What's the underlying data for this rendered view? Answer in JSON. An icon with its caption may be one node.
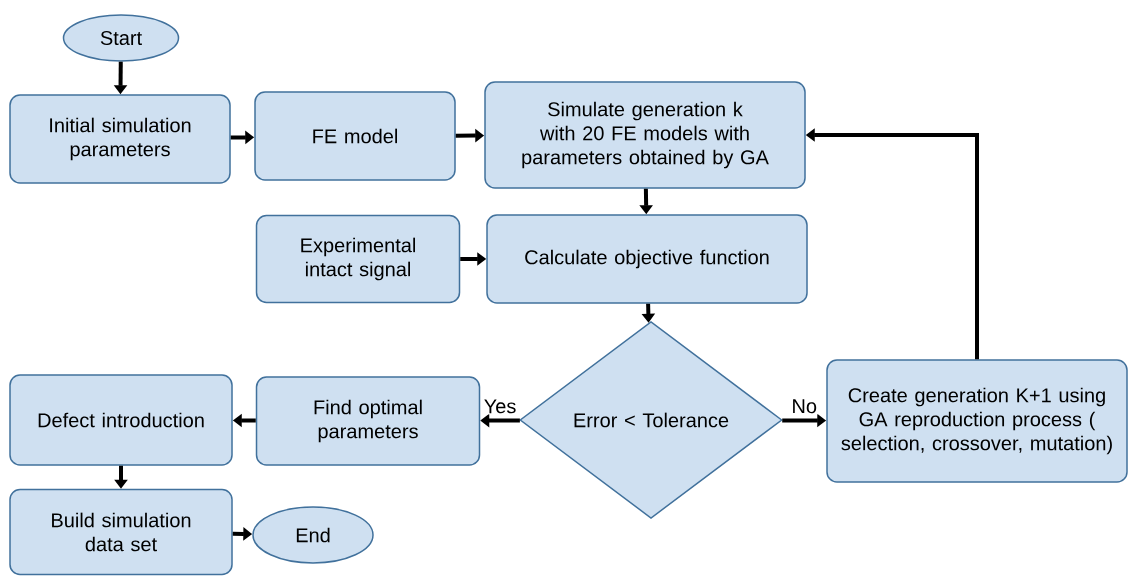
{
  "diagram": {
    "nodes": [
      {
        "text": [
          "Start"
        ]
      },
      {
        "text": [
          "Initial simulation parameters"
        ]
      },
      {
        "text": [
          "FE model"
        ]
      },
      {
        "text": [
          "Simulate generation k with 20 FE models with parameters obtained by GA"
        ]
      },
      {
        "text": [
          "Experimental intact signal"
        ]
      },
      {
        "text": [
          "Calculate objective function"
        ]
      },
      {
        "text": [
          "Error < Tolerance"
        ]
      },
      {
        "text": [
          "Create generation K+1 using GA reproduction process ( selection, crossover, mutation)"
        ]
      },
      {
        "text": [
          "Find optimal parameters"
        ]
      },
      {
        "text": [
          "Defect introduction"
        ]
      },
      {
        "text": [
          "Build simulation data set"
        ]
      },
      {
        "text": [
          "End"
        ]
      }
    ],
    "edges": [
      {
        "from": 0,
        "to": 1,
        "arrow": "to"
      },
      {
        "from": 1,
        "to": 2,
        "arrow": "to"
      },
      {
        "from": 2,
        "to": 3,
        "arrow": "to"
      },
      {
        "from": 3,
        "to": 5,
        "arrow": "to"
      },
      {
        "from": 4,
        "to": 5,
        "arrow": "to"
      },
      {
        "from": 5,
        "to": 6,
        "arrow": "to"
      },
      {
        "from": 6,
        "to": 8,
        "arrow": "to",
        "label": "Yes"
      },
      {
        "from": 6,
        "to": 7,
        "arrow": "to",
        "label": "No"
      },
      {
        "from": 7,
        "to": 3,
        "arrow": "to"
      },
      {
        "from": 8,
        "to": 9,
        "arrow": "to"
      },
      {
        "from": 9,
        "to": 10,
        "arrow": "to"
      },
      {
        "from": 10,
        "to": 11,
        "arrow": "to"
      }
    ]
  }
}
